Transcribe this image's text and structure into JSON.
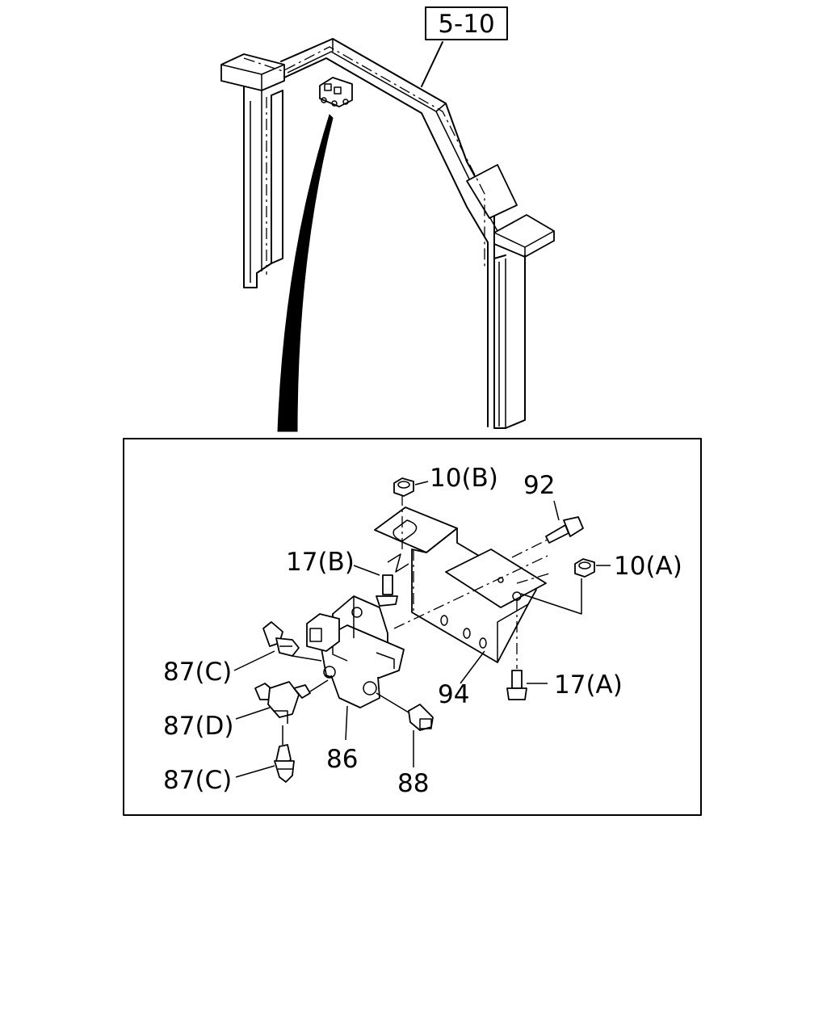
{
  "reference": "5-10",
  "callouts": {
    "nut_b": "10(B)",
    "bolt_92": "92",
    "screw_b": "17(B)",
    "nut_a": "10(A)",
    "fitting_c_top": "87(C)",
    "fitting_d": "87(D)",
    "fitting_c_bottom": "87(C)",
    "valve_86": "86",
    "plug_88": "88",
    "bracket_94": "94",
    "screw_a": "17(A)"
  }
}
